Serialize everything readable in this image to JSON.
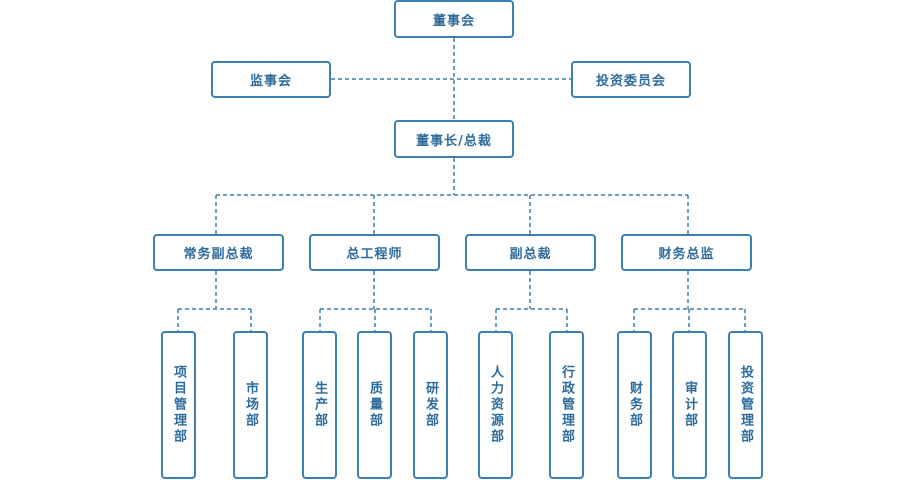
{
  "colors": {
    "line": "#3c7fb1",
    "text": "#2f6c9b",
    "background": "#ffffff"
  },
  "org_chart": {
    "board": "董事会",
    "supervisory_board": "监事会",
    "investment_committee": "投资委员会",
    "chairman_ceo": "董事长/总裁",
    "executives": [
      {
        "title": "常务副总裁",
        "departments": [
          "项目管理部",
          "市场部"
        ]
      },
      {
        "title": "总工程师",
        "departments": [
          "生产部",
          "质量部",
          "研发部"
        ]
      },
      {
        "title": "副总裁",
        "departments": [
          "人力资源部",
          "行政管理部"
        ]
      },
      {
        "title": "财务总监",
        "departments": [
          "财务部",
          "审计部",
          "投资管理部"
        ]
      }
    ]
  }
}
